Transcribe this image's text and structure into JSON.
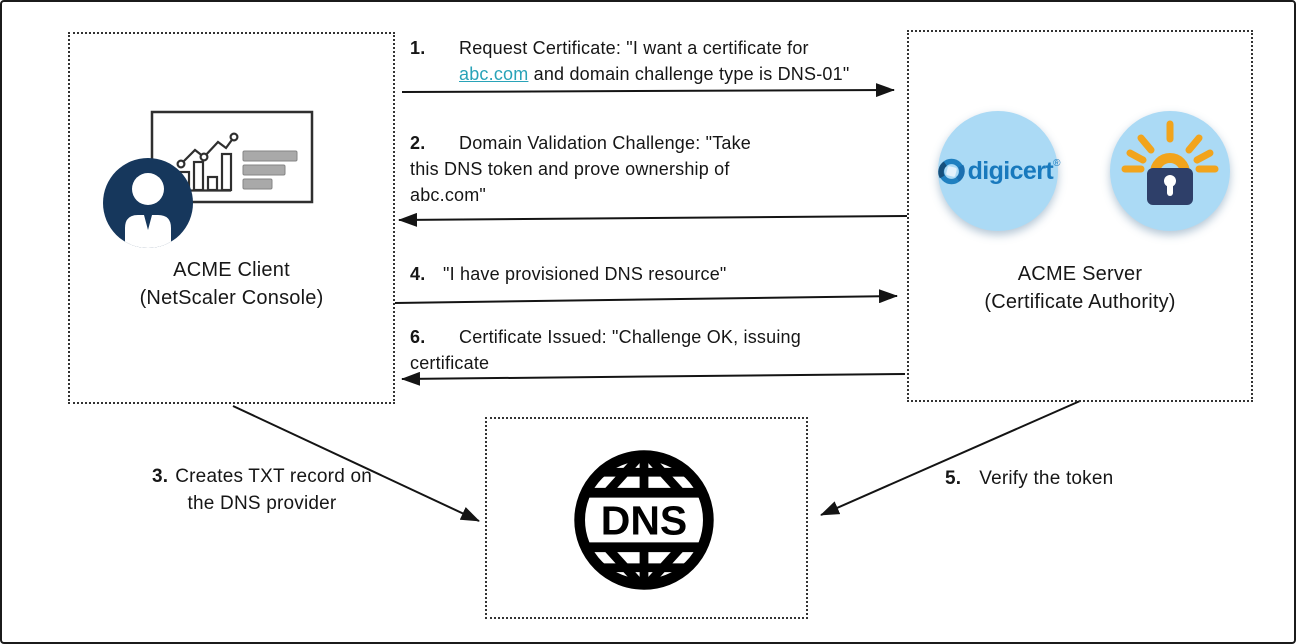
{
  "client": {
    "label_line1": "ACME Client",
    "label_line2": "(NetScaler Console)"
  },
  "server": {
    "label_line1": "ACME Server",
    "label_line2": "(Certificate Authority)",
    "digicert_wordmark": "digicert",
    "digicert_registered": "®"
  },
  "dns": {
    "label": "DNS"
  },
  "steps": {
    "s1": {
      "num": "1.",
      "line1": "Request Certificate: \"I want a certificate for",
      "link_text": "abc.com",
      "line2_rest": " and domain challenge type is DNS-01\""
    },
    "s2": {
      "num": "2.",
      "line1": "Domain Validation Challenge: \"Take",
      "line2": "this DNS token and prove ownership of",
      "line3": "abc.com\""
    },
    "s3": {
      "num": "3.",
      "line1": "Creates TXT record on",
      "line2": "the DNS provider"
    },
    "s4": {
      "num": "4.",
      "line1": "\"I have provisioned DNS resource\""
    },
    "s5": {
      "num": "5.",
      "text": "Verify the token"
    },
    "s6": {
      "num": "6.",
      "line1": "Certificate Issued: \"Challenge OK, issuing",
      "line2": "certificate"
    }
  },
  "icons": {
    "user_dashboard": "user-dashboard-icon",
    "digicert_logo": "digicert-logo",
    "glowing_padlock": "glowing-padlock-icon",
    "dns_globe": "dns-globe-icon"
  },
  "colors": {
    "link_teal": "#29a3b8",
    "user_circle_navy": "#16375c",
    "icon_circle_light_blue": "#abdaf5",
    "digicert_blue": "#1879bd",
    "lock_navy": "#2e3f69",
    "glow_orange": "#f2a41c",
    "line_black": "#141414"
  }
}
